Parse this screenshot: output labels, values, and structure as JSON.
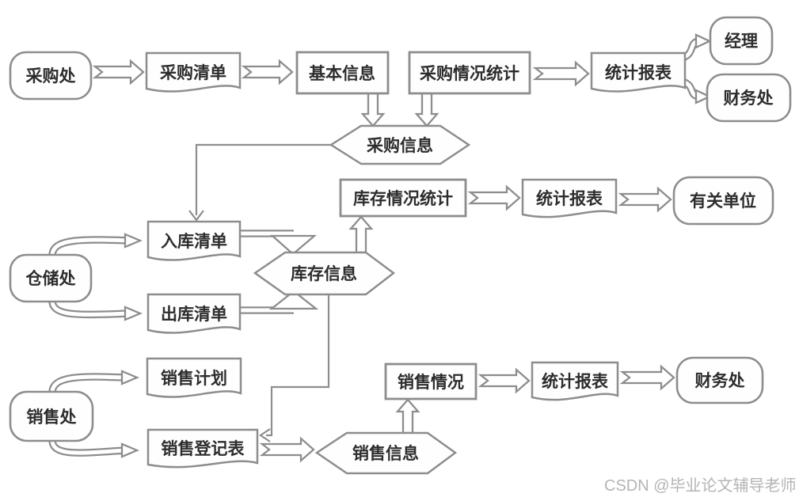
{
  "diagram": {
    "type": "data-flow-diagram",
    "colors": {
      "background": "#ffffff",
      "shape_stroke": "#8d8d8d",
      "label_text": "#2d2d2d",
      "watermark_text": "#b4b4b4"
    },
    "nodes": {
      "purchasing_dept": {
        "label": "采购处",
        "type": "external-entity"
      },
      "purchase_list": {
        "label": "采购清单",
        "type": "document"
      },
      "basic_info": {
        "label": "基本信息",
        "type": "process"
      },
      "purchase_stats": {
        "label": "采购情况统计",
        "type": "process"
      },
      "stats_report_top": {
        "label": "统计报表",
        "type": "document"
      },
      "manager": {
        "label": "经理",
        "type": "external-entity"
      },
      "finance_dept_top": {
        "label": "财务处",
        "type": "external-entity"
      },
      "purchase_info": {
        "label": "采购信息",
        "type": "data-store"
      },
      "inventory_stats": {
        "label": "库存情况统计",
        "type": "process"
      },
      "stats_report_mid": {
        "label": "统计报表",
        "type": "document"
      },
      "related_units": {
        "label": "有关单位",
        "type": "external-entity"
      },
      "inbound_list": {
        "label": "入库清单",
        "type": "document"
      },
      "warehouse_dept": {
        "label": "仓储处",
        "type": "external-entity"
      },
      "outbound_list": {
        "label": "出库清单",
        "type": "document"
      },
      "inventory_info": {
        "label": "库存信息",
        "type": "data-store"
      },
      "sales_plan": {
        "label": "销售计划",
        "type": "document"
      },
      "sales_dept": {
        "label": "销售处",
        "type": "external-entity"
      },
      "sales_register": {
        "label": "销售登记表",
        "type": "document"
      },
      "sales_info": {
        "label": "销售信息",
        "type": "data-store"
      },
      "sales_status": {
        "label": "销售情况",
        "type": "process"
      },
      "stats_report_bottom": {
        "label": "统计报表",
        "type": "document"
      },
      "finance_dept_bottom": {
        "label": "财务处",
        "type": "external-entity"
      }
    },
    "edges": [
      {
        "from": "采购处",
        "to": "采购清单"
      },
      {
        "from": "采购清单",
        "to": "基本信息"
      },
      {
        "from": "基本信息",
        "to": "采购信息"
      },
      {
        "from": "采购情况统计",
        "to": "采购信息"
      },
      {
        "from": "采购情况统计",
        "to": "统计报表"
      },
      {
        "from": "统计报表",
        "to": "经理"
      },
      {
        "from": "统计报表",
        "to": "财务处"
      },
      {
        "from": "采购信息",
        "to": "入库清单"
      },
      {
        "from": "仓储处",
        "to": "入库清单"
      },
      {
        "from": "仓储处",
        "to": "出库清单"
      },
      {
        "from": "入库清单",
        "to": "库存信息"
      },
      {
        "from": "出库清单",
        "to": "库存信息"
      },
      {
        "from": "库存信息",
        "to": "库存情况统计"
      },
      {
        "from": "库存情况统计",
        "to": "统计报表"
      },
      {
        "from": "统计报表",
        "to": "有关单位"
      },
      {
        "from": "库存信息",
        "to": "销售登记表"
      },
      {
        "from": "销售处",
        "to": "销售计划"
      },
      {
        "from": "销售处",
        "to": "销售登记表"
      },
      {
        "from": "销售登记表",
        "to": "销售信息"
      },
      {
        "from": "销售信息",
        "to": "销售情况"
      },
      {
        "from": "销售情况",
        "to": "统计报表"
      },
      {
        "from": "统计报表",
        "to": "财务处"
      }
    ],
    "watermark": "CSDN @毕业论文辅导老师"
  }
}
